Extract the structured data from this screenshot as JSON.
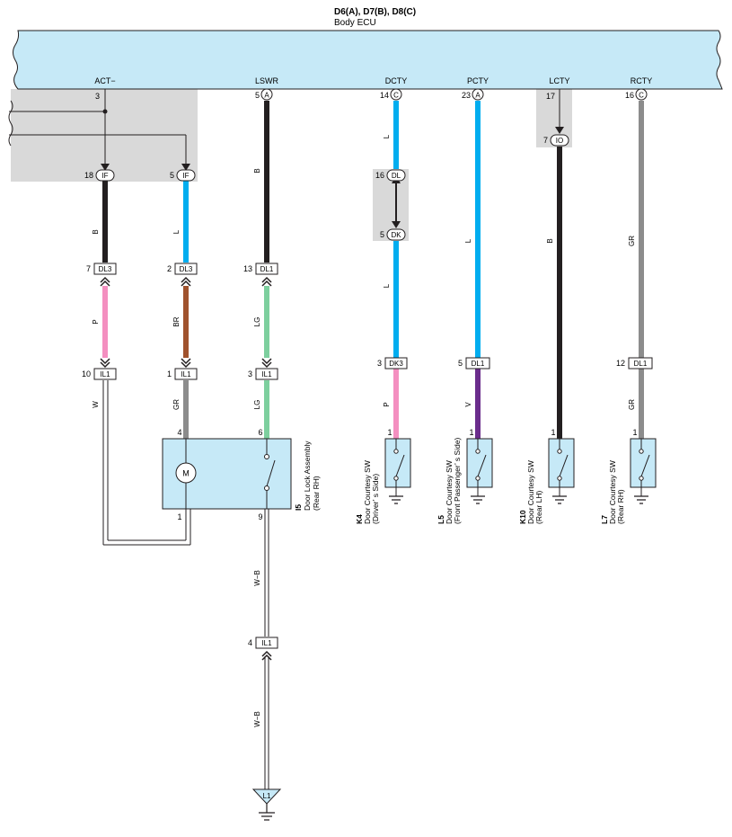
{
  "header": {
    "connectors": "D6(A), D7(B), D8(C)",
    "component": "Body ECU"
  },
  "ecu_terminals": [
    {
      "name": "ACT−",
      "pin": "3",
      "letter": ""
    },
    {
      "name": "LSWR",
      "pin": "5",
      "letter": "A"
    },
    {
      "name": "DCTY",
      "pin": "14",
      "letter": "C"
    },
    {
      "name": "PCTY",
      "pin": "23",
      "letter": "A"
    },
    {
      "name": "LCTY",
      "pin": "17",
      "letter": ""
    },
    {
      "name": "RCTY",
      "pin": "16",
      "letter": "C"
    }
  ],
  "connectors": [
    {
      "pin": "18",
      "code": "IF"
    },
    {
      "pin": "5",
      "code": "IF"
    },
    {
      "pin": "7",
      "code": "IO"
    },
    {
      "pin": "16",
      "code": "DL"
    },
    {
      "pin": "5",
      "code": "DK"
    },
    {
      "pin": "7",
      "code": "DL3"
    },
    {
      "pin": "2",
      "code": "DL3"
    },
    {
      "pin": "13",
      "code": "DL1"
    },
    {
      "pin": "10",
      "code": "IL1"
    },
    {
      "pin": "1",
      "code": "IL1"
    },
    {
      "pin": "3",
      "code": "IL1"
    },
    {
      "pin": "3",
      "code": "DK3"
    },
    {
      "pin": "5",
      "code": "DL1"
    },
    {
      "pin": "12",
      "code": "DL1"
    },
    {
      "pin": "4",
      "code": "IL1"
    }
  ],
  "wire_colors": {
    "w1": "B",
    "w2": "L",
    "w3": "B",
    "w4": "L",
    "w5": "L",
    "w6": "L",
    "w7": "B",
    "w8": "GR",
    "w9": "P",
    "w10": "BR",
    "w11": "LG",
    "w12": "W",
    "w13": "GR",
    "w14": "LG",
    "w15": "P",
    "w16": "V",
    "w17": "GR",
    "w18": "W−B",
    "w19": "W−B"
  },
  "components": {
    "i5": {
      "id": "I5",
      "line1": "Door Lock Assembly",
      "line2": "(Rear RH)",
      "pins": [
        "4",
        "6",
        "1",
        "9"
      ],
      "motor": "M"
    },
    "k4": {
      "id": "K4",
      "line1": "Door Courtesy SW",
      "line2": "(Driver’ s Side)",
      "pin": "1"
    },
    "l5": {
      "id": "L5",
      "line1": "Door Courtesy SW",
      "line2": "(Front Passenger’ s Side)",
      "pin": "1"
    },
    "k10": {
      "id": "K10",
      "line1": "Door Courtesy SW",
      "line2": "(Rear LH)",
      "pin": "1"
    },
    "l7": {
      "id": "L7",
      "line1": "Door Courtesy SW",
      "line2": "(Rear RH)",
      "pin": "1"
    }
  },
  "ground": {
    "label": "L1"
  },
  "colors": {
    "ecu_fill": "#c6e9f7",
    "shade": "#d9d9d9",
    "black": "#231f20",
    "blue": "#00adef",
    "gray": "#8c8c8c",
    "pink": "#f48fc0",
    "brown": "#a0522d",
    "light_green": "#7dcf9e",
    "violet": "#6b2d8c"
  }
}
